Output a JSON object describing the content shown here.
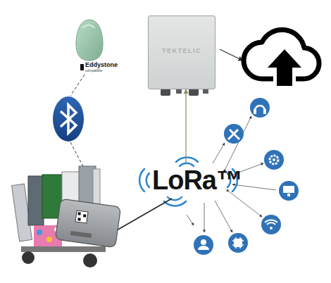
{
  "diagram": {
    "nodes": [
      {
        "text": [
          "Eddystone",
          "compatible"
        ]
      },
      {
        "text": [
          "TEKTELIC"
        ]
      },
      {
        "text": [
          "LoRa™"
        ]
      }
    ],
    "edges": [
      {
        "from": 2,
        "to": 1,
        "arrow": "to"
      }
    ]
  }
}
